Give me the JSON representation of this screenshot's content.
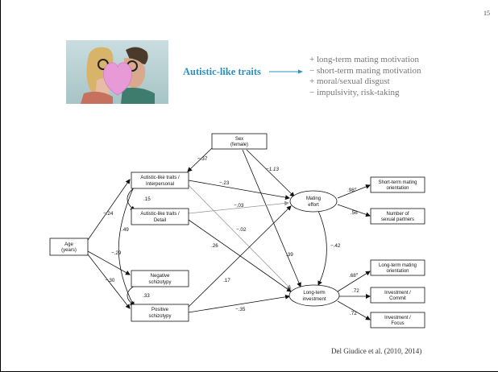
{
  "slide": {
    "page_number": "15",
    "headline": "Autistic-like traits",
    "bullets": [
      "+ long-term mating motivation",
      "− short-term mating motivation",
      "+ moral/sexual disgust",
      "− impulsivity, risk-taking"
    ],
    "citation": "Del Giudice et al. (2010, 2014)"
  },
  "diagram": {
    "nodes": {
      "sex": [
        "Sex",
        "(female)"
      ],
      "age": [
        "Age",
        "(years)"
      ],
      "alt_interpersonal": [
        "Autistic-like traits /",
        "Interpersonal"
      ],
      "alt_detail": [
        "Autistic-like traits /",
        "Detail"
      ],
      "neg_schizotypy": [
        "Negative",
        "schizotypy"
      ],
      "pos_schizotypy": [
        "Positive",
        "schizotypy"
      ],
      "mating_effort": [
        "Mating",
        "effort"
      ],
      "long_term_investment": [
        "Long-term",
        "investment"
      ],
      "short_term_orientation": [
        "Short-term mating",
        "orientation"
      ],
      "num_partners": [
        "Number of",
        "sexual partners"
      ],
      "long_term_orientation": [
        "Long-term mating",
        "orientation"
      ],
      "inv_commit": [
        "Investment /",
        "Commit"
      ],
      "inv_focus": [
        "Investment /",
        "Focus"
      ]
    },
    "coefficients": {
      "sex_alt": "−.37",
      "sex_ltinv": "−1.13",
      "alti_me": "−.23",
      "altd_me": "−.03",
      "alti_ltinv": "−.02",
      "altd_ltinv": ".26",
      "pos_me": ".17",
      "pos_ltinv": "−.35",
      "sex_me": ".39",
      "me_ltinv": "−.42",
      "alti_altd": ".15",
      "age_alti": "−.24",
      "alti_pos": ".49",
      "age_neg": "−.29",
      "age_pos": "−.30",
      "neg_pos": ".33",
      "me_short": ".98",
      "me_short_sup": "rf",
      "me_partners": ".56",
      "ltinv_longorient": ".68",
      "ltinv_longorient_sup": "rf",
      "ltinv_commit": ".72",
      "ltinv_focus": ".72"
    }
  }
}
